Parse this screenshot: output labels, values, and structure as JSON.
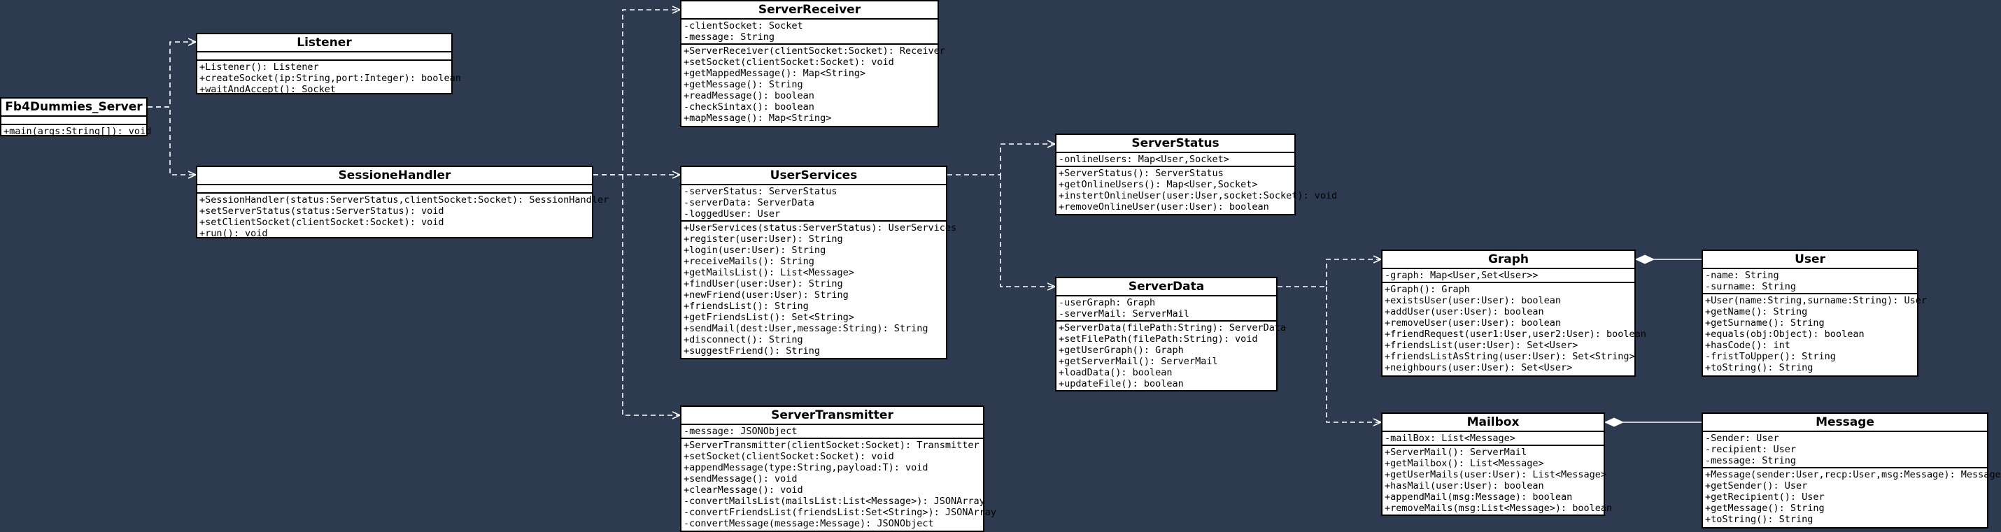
{
  "classes": {
    "fb4dummies_server": {
      "name": "Fb4Dummies_Server",
      "attributes": [],
      "operations": [
        "+main(args:String[]): void"
      ]
    },
    "listener": {
      "name": "Listener",
      "attributes": [],
      "operations": [
        "+Listener(): Listener",
        "+createSocket(ip:String,port:Integer): boolean",
        "+waitAndAccept(): Socket"
      ]
    },
    "sessione_handler": {
      "name": "SessioneHandler",
      "attributes": [],
      "operations": [
        "+SessionHandler(status:ServerStatus,clientSocket:Socket): SessionHandler",
        "+setServerStatus(status:ServerStatus): void",
        "+setClientSocket(clientSocket:Socket): void",
        "+run(): void"
      ]
    },
    "server_receiver": {
      "name": "ServerReceiver",
      "attributes": [
        "-clientSocket: Socket",
        "-message: String"
      ],
      "operations": [
        "+ServerReceiver(clientSocket:Socket): Receiver",
        "+setSocket(clientSocket:Socket): void",
        "+getMappedMessage(): Map<String>",
        "+getMessage(): String",
        "+readMessage(): boolean",
        "-checkSintax(): boolean",
        "+mapMessage(): Map<String>"
      ]
    },
    "user_services": {
      "name": "UserServices",
      "attributes": [
        "-serverStatus: ServerStatus",
        "-serverData: ServerData",
        "-loggedUser: User"
      ],
      "operations": [
        "+UserServices(status:ServerStatus): UserServices",
        "+register(user:User): String",
        "+login(user:User): String",
        "+receiveMails(): String",
        "+getMailsList(): List<Message>",
        "+findUser(user:User): String",
        "+newFriend(user:User): String",
        "+friendsList(): String",
        "+getFriendsList(): Set<String>",
        "+sendMail(dest:User,message:String): String",
        "+disconnect(): String",
        "+suggestFriend(): String"
      ]
    },
    "server_transmitter": {
      "name": "ServerTransmitter",
      "attributes": [
        "-message: JSONObject"
      ],
      "operations": [
        "+ServerTransmitter(clientSocket:Socket): Transmitter",
        "+setSocket(clientSocket:Socket): void",
        "+appendMessage(type:String,payload:T): void",
        "+sendMessage(): void",
        "+clearMessage(): void",
        "-convertMailsList(mailsList:List<Message>): JSONArray",
        "-convertFriendsList(friendsList:Set<String>): JSONArray",
        "-convertMessage(message:Message): JSONObject"
      ]
    },
    "server_status": {
      "name": "ServerStatus",
      "attributes": [
        "-onlineUsers: Map<User,Socket>"
      ],
      "operations": [
        "+ServerStatus(): ServerStatus",
        "+getOnlineUsers(): Map<User,Socket>",
        "+instertOnlineUser(user:User,socket:Socket): void",
        "+removeOnlineUser(user:User): boolean"
      ]
    },
    "server_data": {
      "name": "ServerData",
      "attributes": [
        "-userGraph: Graph",
        "-serverMail: ServerMail"
      ],
      "operations": [
        "+ServerData(filePath:String): ServerData",
        "+setFilePath(filePath:String): void",
        "+getUserGraph(): Graph",
        "+getServerMail(): ServerMail",
        "+loadData(): boolean",
        "+updateFile(): boolean"
      ]
    },
    "graph": {
      "name": "Graph",
      "attributes": [
        "-graph: Map<User,Set<User>>"
      ],
      "operations": [
        "+Graph(): Graph",
        "+existsUser(user:User): boolean",
        "+addUser(user:User): boolean",
        "+removeUser(user:User): boolean",
        "+friendRequest(user1:User,user2:User): boolean",
        "+friendsList(user:User): Set<User>",
        "+friendsListAsString(user:User): Set<String>",
        "+neighbours(user:User): Set<User>"
      ]
    },
    "user": {
      "name": "User",
      "attributes": [
        "-name: String",
        "-surname: String"
      ],
      "operations": [
        "+User(name:String,surname:String): User",
        "+getName(): String",
        "+getSurname(): String",
        "+equals(obj:Object): boolean",
        "+hasCode(): int",
        "-fristToUpper(): String",
        "+toString(): String"
      ]
    },
    "mailbox": {
      "name": "Mailbox",
      "attributes": [
        "-mailBox: List<Message>"
      ],
      "operations": [
        "+ServerMail(): ServerMail",
        "+getMailbox(): List<Message>",
        "+getUserMails(user:User): List<Message>",
        "+hasMail(user:User): boolean",
        "+appendMail(msg:Message): boolean",
        "+removeMails(msg:List<Message>): boolean"
      ]
    },
    "message": {
      "name": "Message",
      "attributes": [
        "-Sender: User",
        "-recipient: User",
        "-message: String"
      ],
      "operations": [
        "+Message(sender:User,recp:User,msg:Message): Message",
        "+getSender(): User",
        "+getRecipient(): User",
        "+getMessage(): String",
        "+toString(): String"
      ]
    }
  },
  "relations": [
    {
      "kind": "dependency",
      "from": "fb4dummies_server",
      "to": "listener"
    },
    {
      "kind": "dependency",
      "from": "fb4dummies_server",
      "to": "sessione_handler"
    },
    {
      "kind": "dependency",
      "from": "sessione_handler",
      "to": "server_receiver"
    },
    {
      "kind": "dependency",
      "from": "sessione_handler",
      "to": "user_services"
    },
    {
      "kind": "dependency",
      "from": "sessione_handler",
      "to": "server_transmitter"
    },
    {
      "kind": "dependency",
      "from": "user_services",
      "to": "server_status"
    },
    {
      "kind": "dependency",
      "from": "user_services",
      "to": "server_data"
    },
    {
      "kind": "dependency",
      "from": "server_data",
      "to": "graph"
    },
    {
      "kind": "dependency",
      "from": "server_data",
      "to": "mailbox"
    },
    {
      "kind": "aggregation",
      "from": "user",
      "to": "graph"
    },
    {
      "kind": "aggregation",
      "from": "message",
      "to": "mailbox"
    }
  ],
  "colors": {
    "background": "#2e3a4f",
    "box_fill": "#ffffff",
    "box_border": "#000000",
    "wire": "#ffffff"
  }
}
